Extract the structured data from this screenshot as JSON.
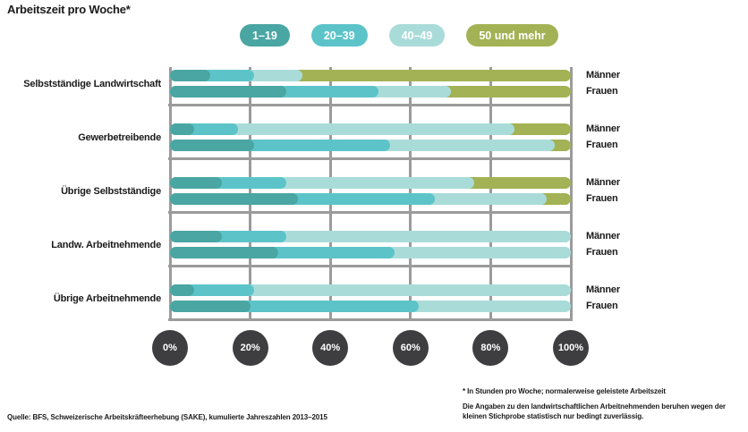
{
  "page": {
    "title": "Arbeitszeit pro Woche*"
  },
  "colors": {
    "segment_1_19": "#4AA6A2",
    "segment_20_39": "#5CC4C9",
    "segment_40_49": "#A9DCD9",
    "segment_50_plus": "#A3B254",
    "grid": "#9B9B9B",
    "axis_circle": "#3E3E40",
    "text": "#1A1A1C"
  },
  "chart_data": {
    "type": "bar",
    "stacked": true,
    "orientation": "horizontal",
    "title": "Arbeitszeit pro Woche*",
    "unit": "percent",
    "xlim": [
      0,
      100
    ],
    "x_ticks": [
      "0%",
      "20%",
      "40%",
      "60%",
      "80%",
      "100%"
    ],
    "legend": [
      "1–19",
      "20–39",
      "40–49",
      "50 und mehr"
    ],
    "legend_position": "top",
    "grid": true,
    "groups": [
      {
        "category": "Selbstständige Landwirtschaft",
        "series": [
          {
            "name": "Männer",
            "values": [
              10,
              11,
              12,
              67
            ]
          },
          {
            "name": "Frauen",
            "values": [
              29,
              23,
              18,
              30
            ]
          }
        ]
      },
      {
        "category": "Gewerbetreibende",
        "series": [
          {
            "name": "Männer",
            "values": [
              6,
              11,
              69,
              14
            ]
          },
          {
            "name": "Frauen",
            "values": [
              21,
              34,
              41,
              4
            ]
          }
        ]
      },
      {
        "category": "Übrige Selbstständige",
        "series": [
          {
            "name": "Männer",
            "values": [
              13,
              16,
              47,
              24
            ]
          },
          {
            "name": "Frauen",
            "values": [
              32,
              34,
              28,
              6
            ]
          }
        ]
      },
      {
        "category": "Landw. Arbeitnehmende",
        "series": [
          {
            "name": "Männer",
            "values": [
              13,
              16,
              71,
              0
            ]
          },
          {
            "name": "Frauen",
            "values": [
              27,
              29,
              44,
              0
            ]
          }
        ]
      },
      {
        "category": "Übrige Arbeitnehmende",
        "series": [
          {
            "name": "Männer",
            "values": [
              6,
              15,
              79,
              0
            ]
          },
          {
            "name": "Frauen",
            "values": [
              20,
              42,
              38,
              0
            ]
          }
        ]
      }
    ]
  },
  "footnote": {
    "line1": "* In Stunden pro Woche; normalerweise geleistete Arbeitszeit",
    "line2": "Die Angaben zu den landwirtschaftlichen Arbeitnehmenden beruhen wegen der",
    "line3": "kleinen Stichprobe statistisch nur bedingt zuverlässig."
  },
  "source": "Quelle: BFS, Schweizerische Arbeitskräfteerhebung (SAKE), kumulierte Jahreszahlen 2013–2015"
}
